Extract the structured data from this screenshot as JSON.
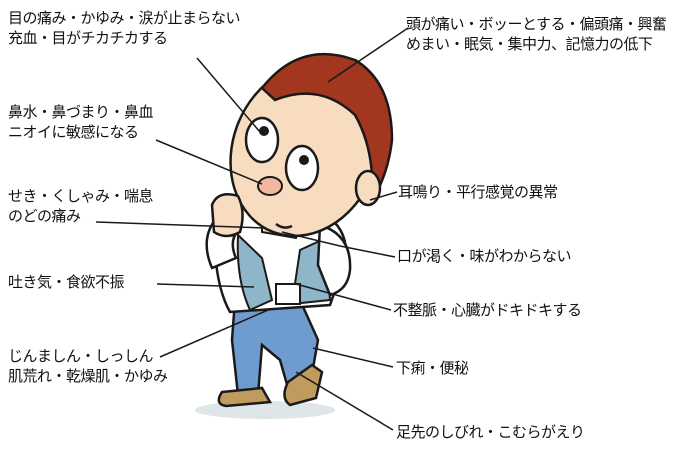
{
  "labels": {
    "eyes": {
      "line1": "目の痛み・かゆみ・涙が止まらない",
      "line2": "充血・目がチカチカする"
    },
    "head": {
      "line1": "頭が痛い・ボッーとする・偏頭痛・興奮",
      "line2": "めまい・眠気・集中力、記憶力の低下"
    },
    "nose": {
      "line1": "鼻水・鼻づまり・鼻血",
      "line2": "ニオイに敏感になる"
    },
    "throat": {
      "line1": "せき・くしゃみ・喘息",
      "line2": "のどの痛み"
    },
    "ear": {
      "line1": "耳鳴り・平行感覚の異常"
    },
    "mouth": {
      "line1": "口が渇く・味がわからない"
    },
    "stomach": {
      "line1": "吐き気・食欲不振"
    },
    "heart": {
      "line1": "不整脈・心臓がドキドキする"
    },
    "skin": {
      "line1": "じんましん・しっしん",
      "line2": "肌荒れ・乾燥肌・かゆみ"
    },
    "bowel": {
      "line1": "下痢・便秘"
    },
    "feet": {
      "line1": "足先のしびれ・こむらがえり"
    }
  },
  "colors": {
    "hair": "#a3361f",
    "skin": "#f7dcc0",
    "shirt": "#ffffff",
    "vest": "#8fb5c8",
    "pants": "#6f9ccf",
    "shoes": "#c19a5d",
    "outline": "#1a1a1a"
  }
}
